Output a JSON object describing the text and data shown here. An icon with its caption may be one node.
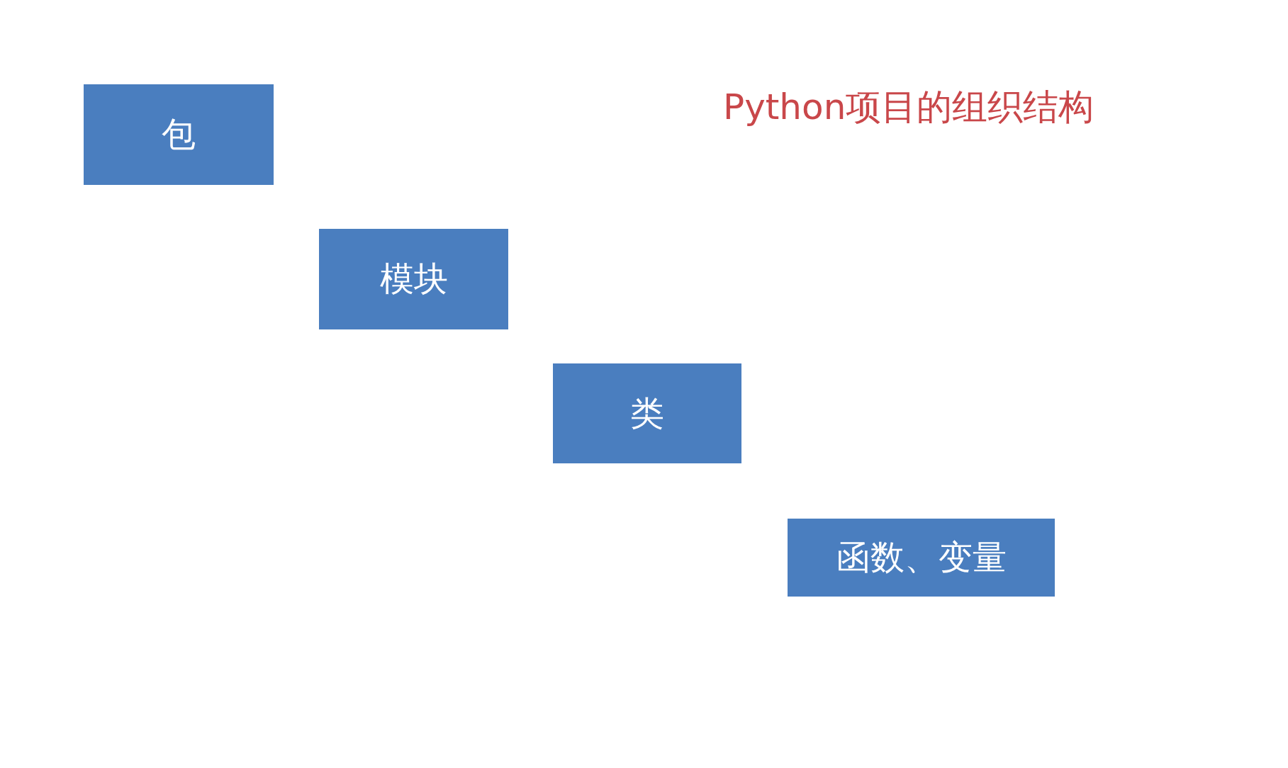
{
  "diagram": {
    "title": "Python项目的组织结构",
    "nodes": [
      {
        "text": [
          "包"
        ]
      },
      {
        "text": [
          "模块"
        ]
      },
      {
        "text": [
          "类"
        ]
      },
      {
        "text": [
          "函数、变量"
        ]
      }
    ]
  }
}
